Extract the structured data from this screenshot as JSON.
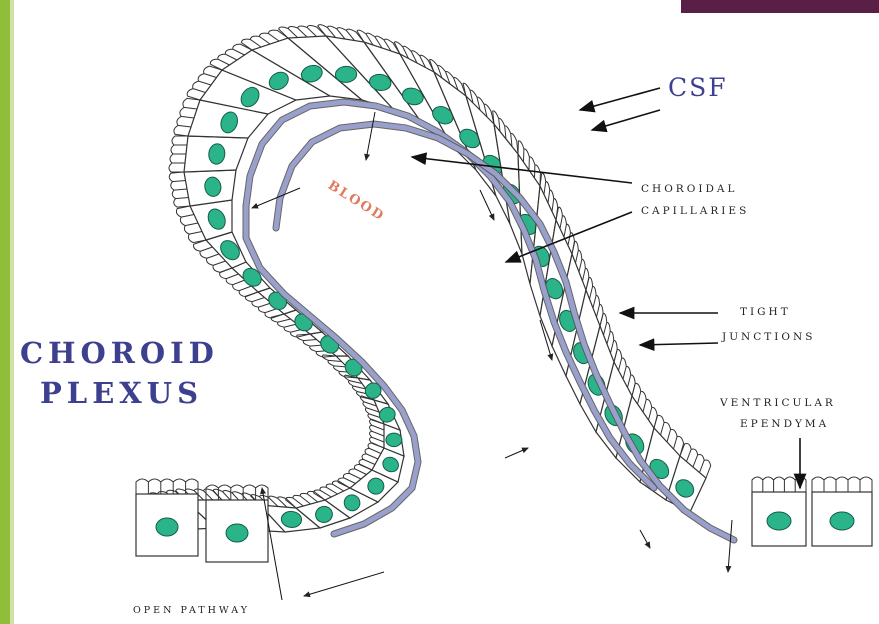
{
  "title": [
    "CHOROID",
    "PLEXUS"
  ],
  "labels": {
    "csf": "CSF",
    "choroidal_capillaries": [
      "CHOROIDAL",
      "CAPILLARIES"
    ],
    "tight_junctions": [
      "TIGHT",
      "JUNCTIONS"
    ],
    "ventricular_ependyma": [
      "VENTRICULAR",
      "EPENDYMA"
    ],
    "blood": "BLOOD",
    "open_pathway": "OPEN PATHWAY"
  },
  "colors": {
    "title": "#3d3f8f",
    "nucleus": "#2bb38a",
    "nucleus_edge": "#145e48",
    "capillary": "#9aa0cc",
    "blood_label": "#e07a5f",
    "left_bar": "#8fbf3a",
    "top_tab": "#5a1f47"
  }
}
